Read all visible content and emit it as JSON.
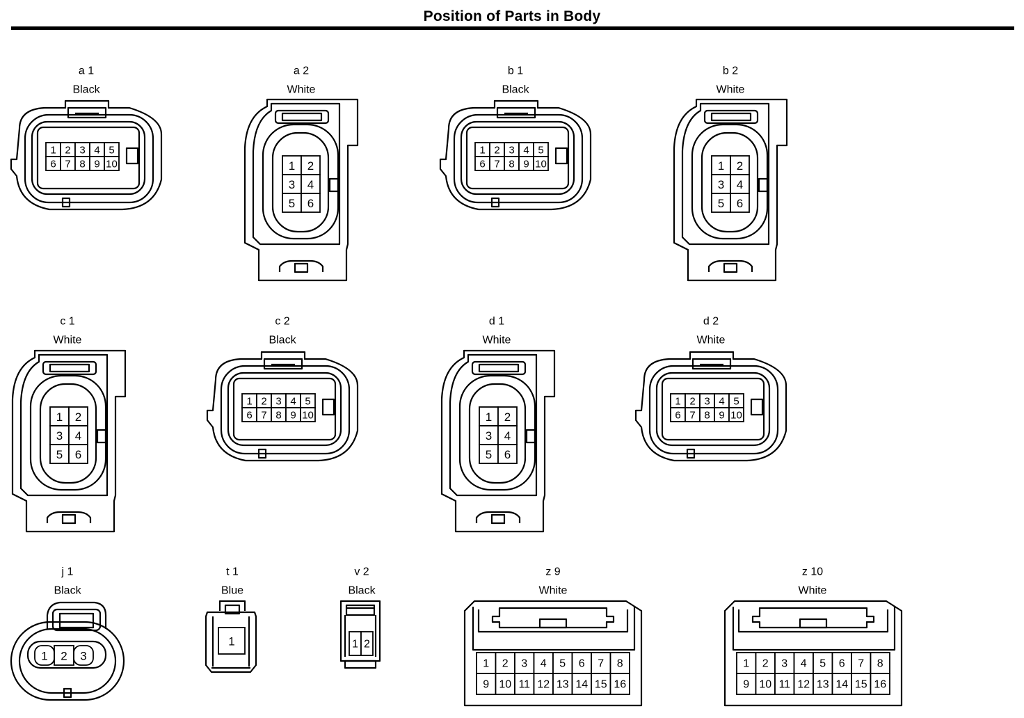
{
  "title": "Position of Parts in Body",
  "connectors": [
    {
      "code": "a 1",
      "color": "Black",
      "type": "wide10",
      "pins": [
        "1",
        "2",
        "3",
        "4",
        "5",
        "6",
        "7",
        "8",
        "9",
        "10"
      ]
    },
    {
      "code": "a 2",
      "color": "White",
      "type": "tall6",
      "pins": [
        "1",
        "2",
        "3",
        "4",
        "5",
        "6"
      ]
    },
    {
      "code": "b 1",
      "color": "Black",
      "type": "wide10",
      "pins": [
        "1",
        "2",
        "3",
        "4",
        "5",
        "6",
        "7",
        "8",
        "9",
        "10"
      ]
    },
    {
      "code": "b 2",
      "color": "White",
      "type": "tall6",
      "pins": [
        "1",
        "2",
        "3",
        "4",
        "5",
        "6"
      ]
    },
    {
      "code": "c 1",
      "color": "White",
      "type": "tall6",
      "pins": [
        "1",
        "2",
        "3",
        "4",
        "5",
        "6"
      ]
    },
    {
      "code": "c 2",
      "color": "Black",
      "type": "wide10",
      "pins": [
        "1",
        "2",
        "3",
        "4",
        "5",
        "6",
        "7",
        "8",
        "9",
        "10"
      ]
    },
    {
      "code": "d 1",
      "color": "White",
      "type": "tall6",
      "pins": [
        "1",
        "2",
        "3",
        "4",
        "5",
        "6"
      ]
    },
    {
      "code": "d 2",
      "color": "White",
      "type": "wide10",
      "pins": [
        "1",
        "2",
        "3",
        "4",
        "5",
        "6",
        "7",
        "8",
        "9",
        "10"
      ]
    },
    {
      "code": "j 1",
      "color": "Black",
      "type": "oval3",
      "pins": [
        "1",
        "2",
        "3"
      ]
    },
    {
      "code": "t 1",
      "color": "Blue",
      "type": "single1",
      "pins": [
        "1"
      ]
    },
    {
      "code": "v 2",
      "color": "Black",
      "type": "dual2",
      "pins": [
        "1",
        "2"
      ]
    },
    {
      "code": "z 9",
      "color": "White",
      "type": "block16",
      "pins": [
        "1",
        "2",
        "3",
        "4",
        "5",
        "6",
        "7",
        "8",
        "9",
        "10",
        "11",
        "12",
        "13",
        "14",
        "15",
        "16"
      ]
    },
    {
      "code": "z 10",
      "color": "White",
      "type": "block16",
      "pins": [
        "1",
        "2",
        "3",
        "4",
        "5",
        "6",
        "7",
        "8",
        "9",
        "10",
        "11",
        "12",
        "13",
        "14",
        "15",
        "16"
      ]
    }
  ]
}
